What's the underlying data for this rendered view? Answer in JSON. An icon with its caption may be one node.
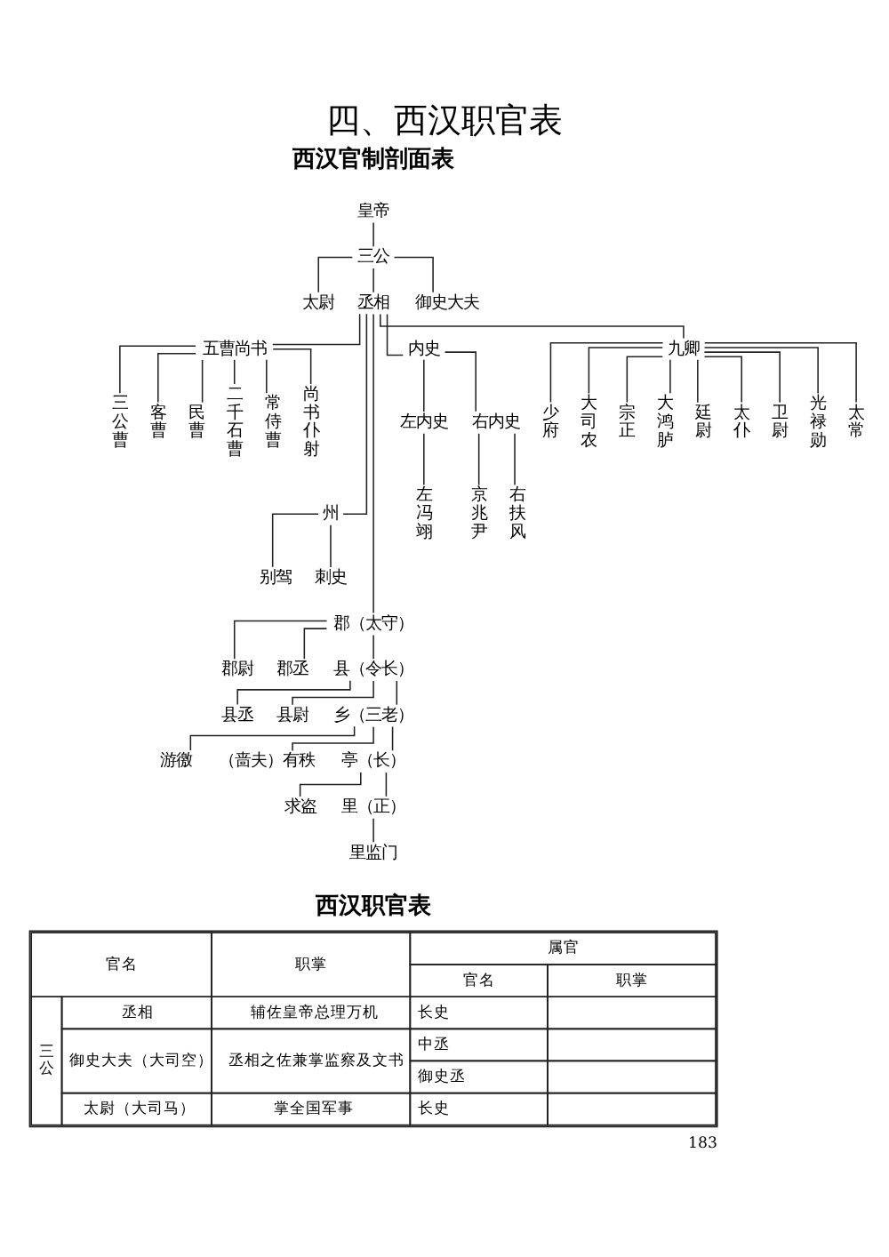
{
  "diagram": {
    "title": "四、西汉职官表",
    "nodes": [
      {
        "text": [
          "皇帝"
        ]
      },
      {
        "text": [
          "三公"
        ]
      },
      {
        "text": [
          "太尉"
        ]
      },
      {
        "text": [
          "丞相"
        ]
      },
      {
        "text": [
          "御史大夫"
        ]
      },
      {
        "text": [
          "五曹尚书"
        ]
      },
      {
        "text": [
          "三公曹"
        ]
      },
      {
        "text": [
          "客曹"
        ]
      },
      {
        "text": [
          "民曹"
        ]
      },
      {
        "text": [
          "二千石曹"
        ]
      },
      {
        "text": [
          "常侍曹"
        ]
      },
      {
        "text": [
          "尚书仆射"
        ]
      },
      {
        "text": [
          "内史"
        ]
      },
      {
        "text": [
          "左内史"
        ]
      },
      {
        "text": [
          "右内史"
        ]
      },
      {
        "text": [
          "左冯翊"
        ]
      },
      {
        "text": [
          "京兆尹"
        ]
      },
      {
        "text": [
          "右扶风"
        ]
      },
      {
        "text": [
          "九卿"
        ]
      },
      {
        "text": [
          "少府"
        ]
      },
      {
        "text": [
          "大司农"
        ]
      },
      {
        "text": [
          "宗正"
        ]
      },
      {
        "text": [
          "大鸿胪"
        ]
      },
      {
        "text": [
          "廷尉"
        ]
      },
      {
        "text": [
          "太仆"
        ]
      },
      {
        "text": [
          "卫尉"
        ]
      },
      {
        "text": [
          "光禄勋"
        ]
      },
      {
        "text": [
          "太常"
        ]
      },
      {
        "text": [
          "州"
        ]
      },
      {
        "text": [
          "别驾"
        ]
      },
      {
        "text": [
          "刺史"
        ]
      },
      {
        "text": [
          "郡（太守）"
        ]
      },
      {
        "text": [
          "郡尉"
        ]
      },
      {
        "text": [
          "郡丞"
        ]
      },
      {
        "text": [
          "县（令长）"
        ]
      },
      {
        "text": [
          "县丞"
        ]
      },
      {
        "text": [
          "县尉"
        ]
      },
      {
        "text": [
          "乡（三老）"
        ]
      },
      {
        "text": [
          "游徼"
        ]
      },
      {
        "text": [
          "（啬夫）有秩"
        ]
      },
      {
        "text": [
          "亭（长）"
        ]
      },
      {
        "text": [
          "求盗"
        ]
      },
      {
        "text": [
          "里（正）"
        ]
      },
      {
        "text": [
          "里监门"
        ]
      }
    ],
    "edges": [
      {
        "from": 0,
        "to": 1,
        "arrow": "none"
      },
      {
        "from": 1,
        "to": 2,
        "arrow": "none"
      },
      {
        "from": 1,
        "to": 3,
        "arrow": "none"
      },
      {
        "from": 1,
        "to": 4,
        "arrow": "none"
      },
      {
        "from": 3,
        "to": 5,
        "arrow": "none"
      },
      {
        "from": 5,
        "to": 6,
        "arrow": "none"
      },
      {
        "from": 5,
        "to": 7,
        "arrow": "none"
      },
      {
        "from": 5,
        "to": 8,
        "arrow": "none"
      },
      {
        "from": 5,
        "to": 9,
        "arrow": "none"
      },
      {
        "from": 5,
        "to": 10,
        "arrow": "none"
      },
      {
        "from": 5,
        "to": 11,
        "arrow": "none"
      },
      {
        "from": 3,
        "to": 12,
        "arrow": "none"
      },
      {
        "from": 12,
        "to": 13,
        "arrow": "none"
      },
      {
        "from": 12,
        "to": 14,
        "arrow": "none"
      },
      {
        "from": 13,
        "to": 15,
        "arrow": "none"
      },
      {
        "from": 14,
        "to": 16,
        "arrow": "none"
      },
      {
        "from": 14,
        "to": 17,
        "arrow": "none"
      },
      {
        "from": 3,
        "to": 18,
        "arrow": "none"
      },
      {
        "from": 18,
        "to": 19,
        "arrow": "none"
      },
      {
        "from": 18,
        "to": 20,
        "arrow": "none"
      },
      {
        "from": 18,
        "to": 21,
        "arrow": "none"
      },
      {
        "from": 18,
        "to": 22,
        "arrow": "none"
      },
      {
        "from": 18,
        "to": 23,
        "arrow": "none"
      },
      {
        "from": 18,
        "to": 24,
        "arrow": "none"
      },
      {
        "from": 18,
        "to": 25,
        "arrow": "none"
      },
      {
        "from": 18,
        "to": 26,
        "arrow": "none"
      },
      {
        "from": 18,
        "to": 27,
        "arrow": "none"
      },
      {
        "from": 3,
        "to": 28,
        "arrow": "none"
      },
      {
        "from": 28,
        "to": 29,
        "arrow": "none"
      },
      {
        "from": 28,
        "to": 30,
        "arrow": "none"
      },
      {
        "from": 3,
        "to": 31,
        "arrow": "none"
      },
      {
        "from": 31,
        "to": 32,
        "arrow": "none"
      },
      {
        "from": 31,
        "to": 33,
        "arrow": "none"
      },
      {
        "from": 31,
        "to": 34,
        "arrow": "none"
      },
      {
        "from": 34,
        "to": 35,
        "arrow": "none"
      },
      {
        "from": 34,
        "to": 36,
        "arrow": "none"
      },
      {
        "from": 34,
        "to": 37,
        "arrow": "none"
      },
      {
        "from": 37,
        "to": 38,
        "arrow": "none"
      },
      {
        "from": 37,
        "to": 39,
        "arrow": "none"
      },
      {
        "from": 37,
        "to": 40,
        "arrow": "none"
      },
      {
        "from": 40,
        "to": 41,
        "arrow": "none"
      },
      {
        "from": 40,
        "to": 42,
        "arrow": "none"
      },
      {
        "from": 42,
        "to": 43,
        "arrow": "none"
      }
    ],
    "labels": [
      "西汉官制剖面表",
      "西汉职官表",
      "官名",
      "职掌",
      "属官",
      "官名",
      "职掌",
      "三公",
      "丞相",
      "辅佐皇帝总理万机",
      "长史",
      "御史大夫（大司空）",
      "丞相之佐兼掌监察及文书",
      "中丞",
      "御史丞",
      "太尉（大司马）",
      "掌全国军事",
      "长史",
      "183"
    ]
  }
}
